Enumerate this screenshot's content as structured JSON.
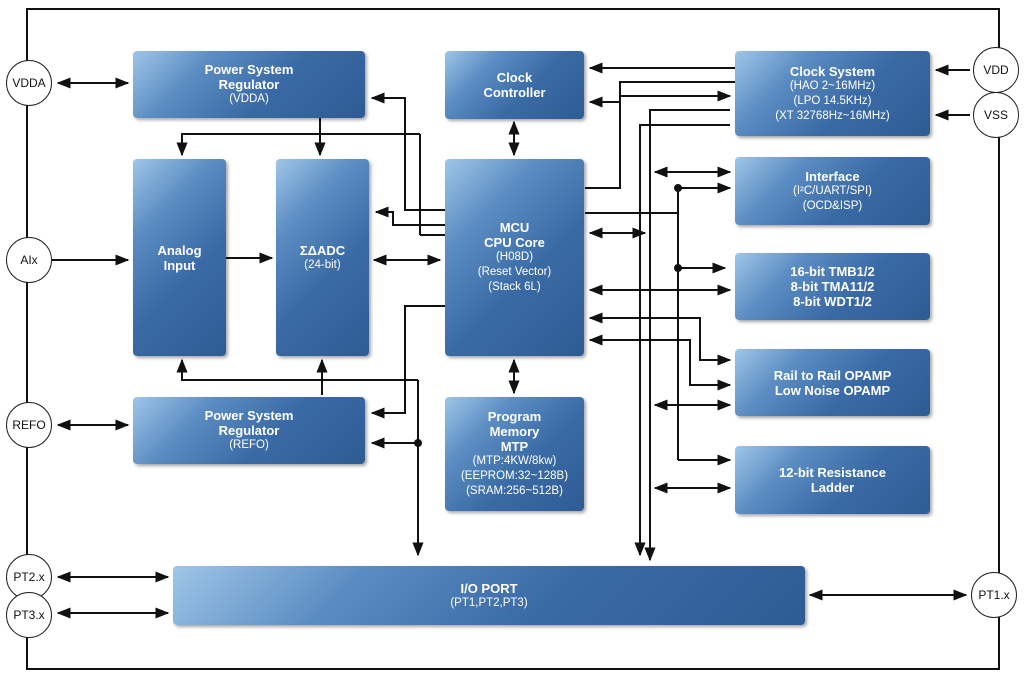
{
  "blocks": {
    "psr_vdda": {
      "title": "Power System\nRegulator",
      "sub": "(VDDA)"
    },
    "clock_controller": {
      "title": "Clock\nController",
      "sub": ""
    },
    "clock_system": {
      "title": "Clock System",
      "sub": "(HAO 2~16MHz)\n(LPO 14.5KHz)\n(XT 32768Hz~16MHz)"
    },
    "analog_input": {
      "title": "Analog\nInput",
      "sub": ""
    },
    "adc": {
      "title": "ΣΔADC",
      "sub": "(24-bit)"
    },
    "mcu": {
      "title": "MCU\nCPU Core",
      "sub": "(H08D)\n(Reset Vector)\n(Stack 6L)"
    },
    "interface": {
      "title": "Interface",
      "sub": "(I²C/UART/SPI)\n(OCD&ISP)"
    },
    "timers": {
      "title": "16-bit TMB1/2\n8-bit TMA11/2\n8-bit WDT1/2",
      "sub": ""
    },
    "opamp": {
      "title": "Rail to Rail OPAMP\nLow Noise OPAMP",
      "sub": ""
    },
    "psr_refo": {
      "title": "Power System\nRegulator",
      "sub": "(REFO)"
    },
    "program_memory": {
      "title": "Program\nMemory\nMTP",
      "sub": "(MTP:4KW/8kw)\n(EEPROM:32~128B)\n(SRAM:256~512B)"
    },
    "resistance_ladder": {
      "title": "12-bit Resistance\nLadder",
      "sub": ""
    },
    "io_port": {
      "title": "I/O PORT",
      "sub": "(PT1,PT2,PT3)"
    }
  },
  "pins": {
    "vdda": "VDDA",
    "vdd": "VDD",
    "vss": "VSS",
    "aix": "AIx",
    "refo": "REFO",
    "pt2": "PT2.x",
    "pt3": "PT3.x",
    "pt1": "PT1.x"
  },
  "colors": {
    "block_dark": "#2f5b94",
    "block_light": "#9fc6e8",
    "line": "#111111"
  }
}
